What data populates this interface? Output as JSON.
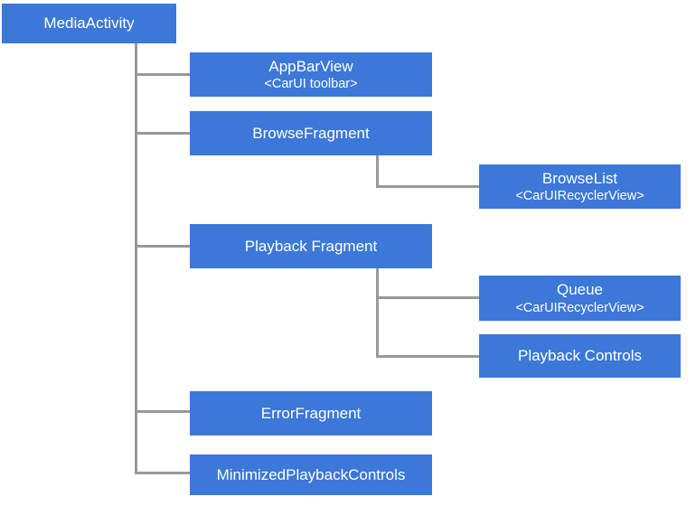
{
  "diagram": {
    "type": "hierarchy-tree",
    "colors": {
      "node_fill": "#3C78D8",
      "node_text": "#FFFFFF",
      "connector": "#999999",
      "background": "#FFFFFF"
    },
    "nodes": {
      "media_activity": {
        "label": "MediaActivity"
      },
      "app_bar_view": {
        "label": "AppBarView",
        "sublabel": "<CarUI toolbar>"
      },
      "browse_fragment": {
        "label": "BrowseFragment"
      },
      "browse_list": {
        "label": "BrowseList",
        "sublabel": "<CarUIRecyclerView>"
      },
      "playback_fragment": {
        "label": "Playback Fragment"
      },
      "queue": {
        "label": "Queue",
        "sublabel": "<CarUIRecyclerView>"
      },
      "playback_controls": {
        "label": "Playback Controls"
      },
      "error_fragment": {
        "label": "ErrorFragment"
      },
      "minimized_playback_controls": {
        "label": "MinimizedPlaybackControls"
      }
    },
    "hierarchy": {
      "MediaActivity": [
        "AppBarView",
        "BrowseFragment",
        "Playback Fragment",
        "ErrorFragment",
        "MinimizedPlaybackControls"
      ],
      "BrowseFragment": [
        "BrowseList"
      ],
      "Playback Fragment": [
        "Queue",
        "Playback Controls"
      ]
    }
  }
}
